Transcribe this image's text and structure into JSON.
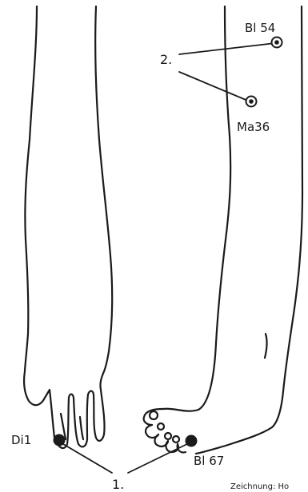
{
  "labels": {
    "di1": "Di1",
    "bl67": "Bl 67",
    "bl54": "Bl 54",
    "ma36": "Ma36",
    "group1": "1.",
    "group2": "2.",
    "credit": "Zeichnung: Ho"
  },
  "colors": {
    "ink": "#1a1a1a",
    "background": "#ffffff"
  },
  "icons": {
    "point_closed": "filled-dot-icon",
    "point_open": "ringed-dot-icon"
  }
}
